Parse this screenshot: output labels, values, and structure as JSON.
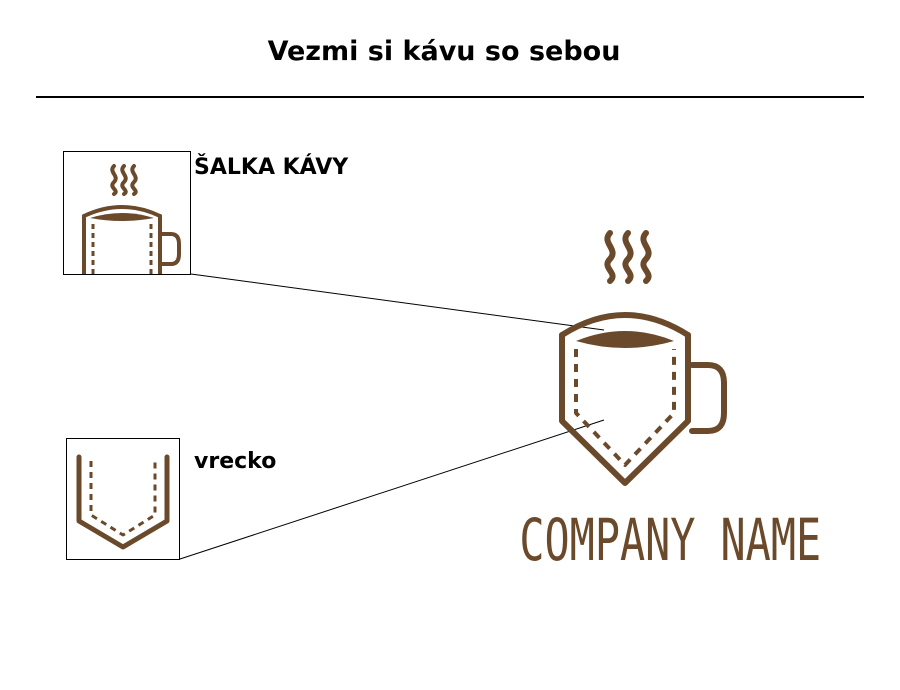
{
  "header": {
    "title": "Vezmi si kávu so sebou"
  },
  "callouts": [
    {
      "label": "ŠALKA KÁVY",
      "icon": "coffee-cup-icon"
    },
    {
      "label": "vrecko",
      "icon": "pocket-icon"
    }
  ],
  "logo": {
    "company_name": "COMPANY NAME",
    "icon": "pocket-coffee-mug-icon"
  },
  "colors": {
    "brand_brown": "#6b4a2b",
    "text": "#000000",
    "rule": "#000000"
  }
}
